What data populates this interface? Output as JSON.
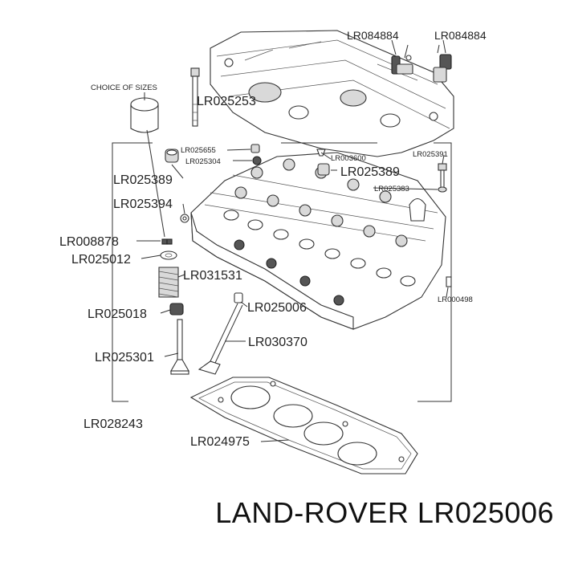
{
  "diagram": {
    "choice_note": "CHOICE OF SIZES",
    "labels": {
      "lr084884_left": "LR084884",
      "lr084884_right": "LR084884",
      "lr025253": "LR025253",
      "lr025655": "LR025655",
      "lr025304": "LR025304",
      "lr003600": "LR003600",
      "lr025391": "LR025391",
      "lr025389_left": "LR025389",
      "lr025389_right": "LR025389",
      "lr025383": "LR025383",
      "lr025394": "LR025394",
      "lr008878": "LR008878",
      "lr025012": "LR025012",
      "lr031531": "LR031531",
      "lr025006": "LR025006",
      "lr000498": "LR000498",
      "lr025018": "LR025018",
      "lr030370": "LR030370",
      "lr025301": "LR025301",
      "lr028243": "LR028243",
      "lr024975": "LR024975"
    }
  },
  "footer": {
    "brand": "LAND-ROVER",
    "part_number": "LR025006"
  }
}
